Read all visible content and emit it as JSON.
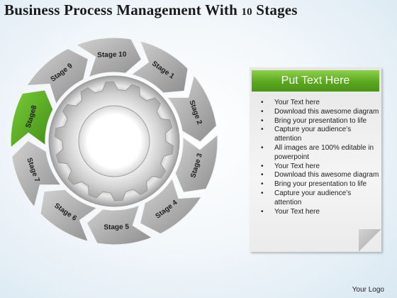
{
  "title": {
    "main": "Business Process Management With ",
    "number": "10",
    "end": " Stages"
  },
  "stages": [
    {
      "label": "Stage 1"
    },
    {
      "label": "Stage 2"
    },
    {
      "label": "Stage 3"
    },
    {
      "label": "Stage 4"
    },
    {
      "label": "Stage 5"
    },
    {
      "label": "Stage 6"
    },
    {
      "label": "Stage 7"
    },
    {
      "label": "Stage8",
      "highlight": true
    },
    {
      "label": "Stage 9"
    },
    {
      "label": "Stage 10"
    }
  ],
  "colors": {
    "stage_gray": "#a9a9a9",
    "stage_highlight": "#5cab22",
    "header_green": "#5aa81f"
  },
  "panel": {
    "header": "Put Text Here",
    "bullets": [
      "Your Text here",
      "Download this awesome diagram",
      "Bring your presentation to life",
      "Capture your audience’s attention",
      "All images are 100% editable in powerpoint",
      "Your Text here",
      "Download this awesome diagram",
      "Bring your presentation to life",
      "Capture your audience’s attention",
      "Your Text here"
    ]
  },
  "footer": {
    "logo": "Your Logo"
  },
  "icons": {
    "center": "gear-icon"
  }
}
